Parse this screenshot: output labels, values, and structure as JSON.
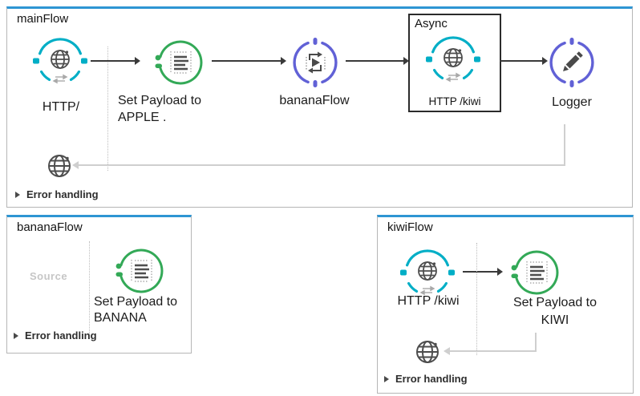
{
  "flows": {
    "main": {
      "title": "mainFlow",
      "http_label": "HTTP/",
      "set_payload_line1": "Set Payload to",
      "set_payload_line2": "APPLE .",
      "flow_ref_label": "bananaFlow",
      "async_title": "Async",
      "async_http_label": "HTTP /kiwi",
      "logger_label": "Logger",
      "error_handling": "Error handling"
    },
    "banana": {
      "title": "bananaFlow",
      "source_placeholder": "Source",
      "set_payload_line1": "Set Payload to",
      "set_payload_line2": "BANANA",
      "error_handling": "Error handling"
    },
    "kiwi": {
      "title": "kiwiFlow",
      "http_label": "HTTP /kiwi",
      "set_payload_line1": "Set Payload to",
      "set_payload_line2": "KIWI",
      "error_handling": "Error handling"
    }
  },
  "colors": {
    "flow_top_border": "#2e95d3",
    "http_teal": "#00aec6",
    "payload_green": "#33a957",
    "core_purple": "#6161d6",
    "icon_gray": "#4d4d4d",
    "return_line_gray": "#cfcfcf"
  }
}
